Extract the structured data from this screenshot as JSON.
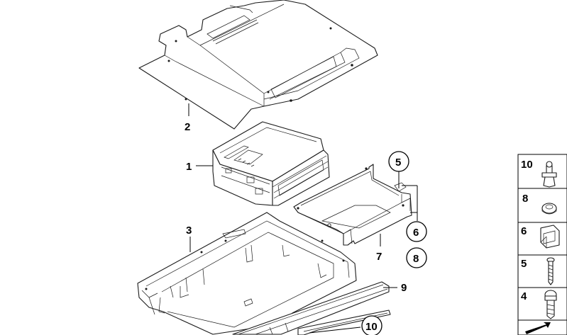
{
  "diagram": {
    "callouts": {
      "c1": "1",
      "c2": "2",
      "c3": "3",
      "c5": "5",
      "c6": "6",
      "c7": "7",
      "c8": "8",
      "c9": "9",
      "c10": "10"
    },
    "legend": [
      "10",
      "8",
      "6",
      "5",
      "4"
    ]
  },
  "icons": {
    "nav_arrow": "arrow-icon"
  }
}
